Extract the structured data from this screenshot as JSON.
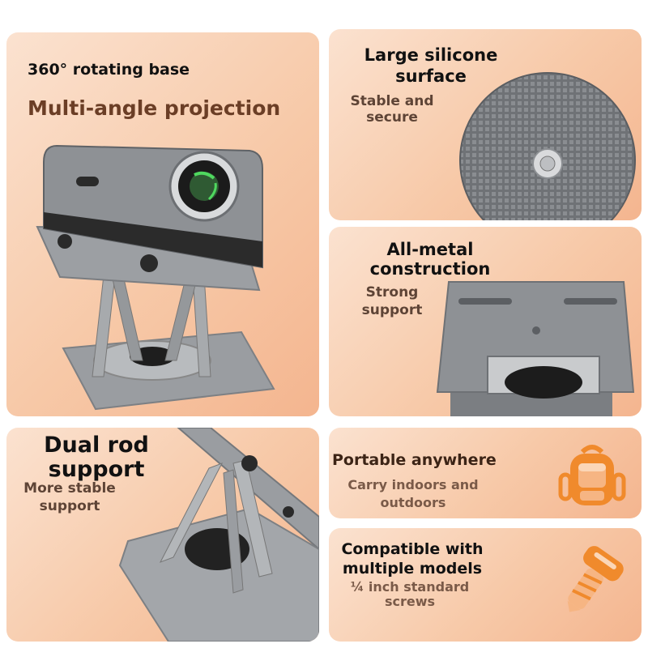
{
  "panels": {
    "rotating": {
      "label": "360° rotating base",
      "title": "Multi-angle projection"
    },
    "silicone": {
      "title_line1": "Large silicone",
      "title_line2": "surface",
      "sub_line1": "Stable and",
      "sub_line2": "secure"
    },
    "metal": {
      "title_line1": "All-metal",
      "title_line2": "construction",
      "sub_line1": "Strong",
      "sub_line2": "support"
    },
    "dual_rod": {
      "title_line1": "Dual rod",
      "title_line2": "support",
      "sub_line1": "More stable",
      "sub_line2": "support"
    },
    "portable": {
      "title": "Portable anywhere",
      "sub_line1": "Carry indoors and",
      "sub_line2": "outdoors",
      "icon": "backpack-icon"
    },
    "compatible": {
      "title_line1": "Compatible with",
      "title_line2": "multiple models",
      "sub_line1": "¼ inch standard",
      "sub_line2": "screws",
      "icon": "screw-icon"
    }
  },
  "colors": {
    "card_light": "#fbe2d0",
    "card_dark": "#f4b58f",
    "accent_orange": "#f08a2c",
    "metal_gray": "#8e9195"
  }
}
